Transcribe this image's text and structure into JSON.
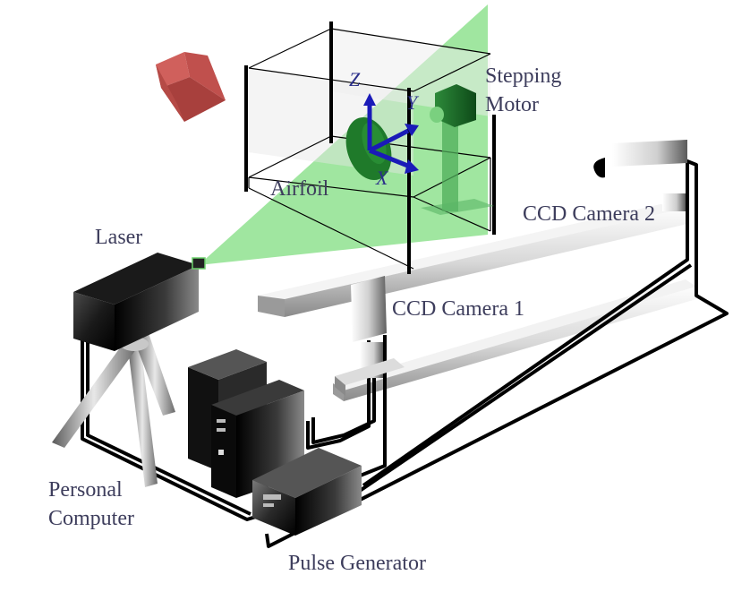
{
  "labels": {
    "laser": "Laser",
    "airfoil": "Airfoil",
    "stepping_motor_line1": "Stepping",
    "stepping_motor_line2": "Motor",
    "ccd_camera_1": "CCD Camera 1",
    "ccd_camera_2": "CCD Camera 2",
    "personal_computer_line1": "Personal",
    "personal_computer_line2": "Computer",
    "pulse_generator": "Pulse Generator"
  },
  "axes": {
    "x": "X",
    "y": "Y",
    "z": "Z"
  },
  "colors": {
    "laser_sheet": "#7cdc7c",
    "coordinate_axes": "#1a1ab8",
    "airfoil": "#1f7a2a",
    "direction_marker": "#c0504d",
    "label_text": "#3d3d5c"
  },
  "icons": {
    "direction_marker": "red-arrow-marker-icon"
  }
}
